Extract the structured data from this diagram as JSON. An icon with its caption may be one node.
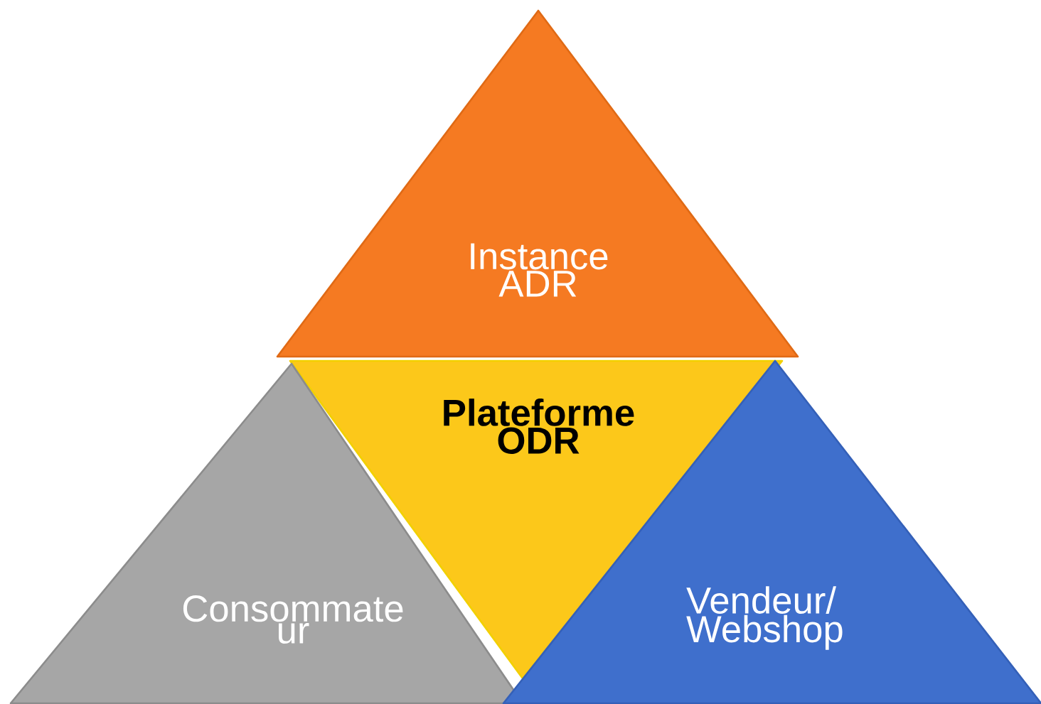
{
  "diagram": {
    "nodes": [
      {
        "text": [
          "Instance ADR"
        ]
      },
      {
        "text": [
          "Plateforme ODR"
        ]
      },
      {
        "text": [
          "Consommate ur"
        ]
      },
      {
        "text": [
          "Vendeur/ Webshop"
        ]
      }
    ]
  }
}
